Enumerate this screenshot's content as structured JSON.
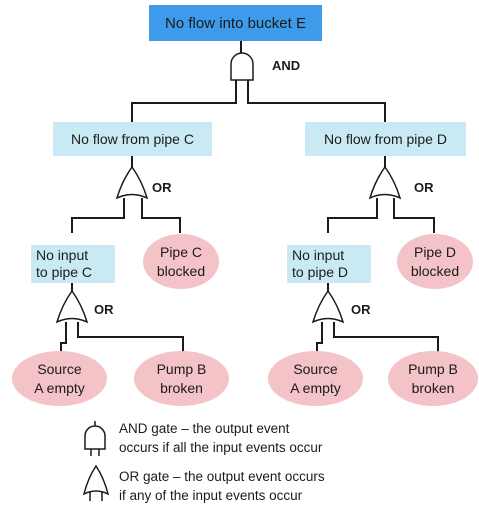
{
  "top_event": {
    "label": "No flow into bucket E"
  },
  "gates": {
    "and_label": "AND",
    "or_label": "OR"
  },
  "left_branch": {
    "event": "No flow from pipe C",
    "input_event": {
      "line1": "No input",
      "line2": "to pipe C"
    },
    "blocked": {
      "line1": "Pipe C",
      "line2": "blocked"
    },
    "source": {
      "line1": "Source",
      "line2": "A empty"
    },
    "pump": {
      "line1": "Pump B",
      "line2": "broken"
    }
  },
  "right_branch": {
    "event": "No flow from pipe D",
    "input_event": {
      "line1": "No input",
      "line2": "to pipe D"
    },
    "blocked": {
      "line1": "Pipe D",
      "line2": "blocked"
    },
    "source": {
      "line1": "Source",
      "line2": "A empty"
    },
    "pump": {
      "line1": "Pump B",
      "line2": "broken"
    }
  },
  "legend": {
    "and_line1": "AND gate – the output event",
    "and_line2": "occurs if all the input events occur",
    "or_line1": "OR gate – the output event occurs",
    "or_line2": "if any of the input events occur"
  },
  "colors": {
    "top_box": "#3d9be9",
    "event_box": "#c9eaf4",
    "basic_event": "#f4c3c8",
    "line": "#1b1b1b"
  }
}
